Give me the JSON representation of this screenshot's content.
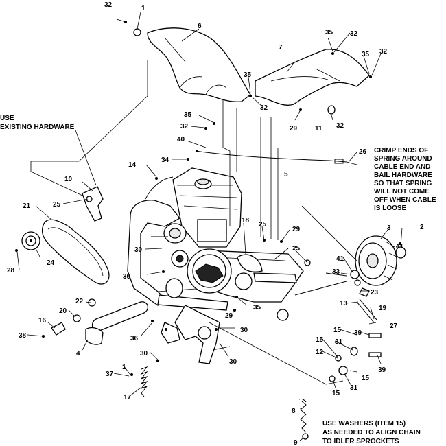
{
  "notes": {
    "existing_hardware": [
      "USE",
      "EXISTING HARDWARE"
    ],
    "crimp": [
      "CRIMP ENDS OF",
      "SPRING AROUND",
      "CABLE END AND",
      "BAIL HARDWARE",
      "SO THAT SPRING",
      "WILL NOT COME",
      "OFF WHEN CABLE",
      "IS LOOSE"
    ],
    "washers": [
      "USE WASHERS (ITEM 15)",
      "AS NEEDED TO ALIGN CHAIN",
      "TO IDLER SPROCKETS"
    ]
  },
  "callouts": [
    "32",
    "1",
    "6",
    "35",
    "32",
    "7",
    "35",
    "32",
    "35",
    "32",
    "35",
    "32",
    "29",
    "11",
    "32",
    "40",
    "34",
    "26",
    "5",
    "14",
    "10",
    "25",
    "21",
    "24",
    "28",
    "30",
    "18",
    "25",
    "29",
    "25",
    "3",
    "41",
    "2",
    "36",
    "41",
    "33",
    "23",
    "13",
    "19",
    "27",
    "22",
    "20",
    "16",
    "38",
    "4",
    "36",
    "35",
    "29",
    "30",
    "15",
    "39",
    "15",
    "31",
    "12",
    "39",
    "15",
    "31",
    "15",
    "30",
    "1",
    "37",
    "17",
    "30",
    "8",
    "9"
  ]
}
